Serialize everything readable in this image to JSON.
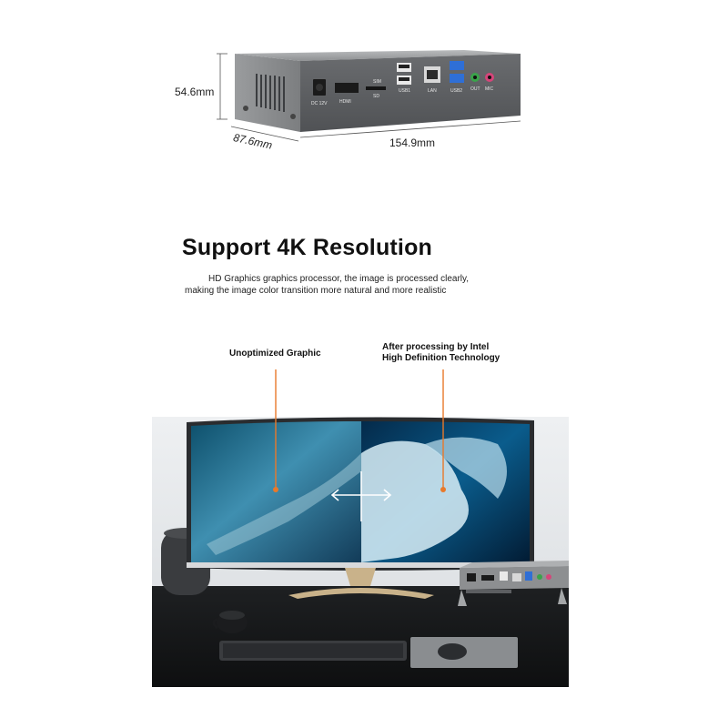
{
  "product": {
    "dimensions": {
      "height": "54.6mm",
      "depth": "87.6mm",
      "width": "154.9mm"
    },
    "port_labels": {
      "dc": "DC 12V",
      "hdmi": "HDMI",
      "sim": "SIM",
      "sd": "SD",
      "usb1": "USB1",
      "lan": "LAN",
      "usb2": "USB2",
      "out": "OUT",
      "mic": "MIC"
    }
  },
  "feature": {
    "title": "Support 4K Resolution",
    "description_line1": "HD Graphics graphics processor, the image is processed clearly,",
    "description_line2": "making the image color transition more natural and more realistic"
  },
  "comparison": {
    "left_label": "Unoptimized Graphic",
    "right_label_line1": "After processing by Intel",
    "right_label_line2": "High Definition Technology"
  },
  "colors": {
    "callout_line": "#e8792b",
    "device_body": "#8d8f91",
    "device_panel": "#5c5e61",
    "usb3_blue": "#2f6fd6",
    "audio_green": "#3aa34a",
    "audio_pink": "#d6457a"
  }
}
